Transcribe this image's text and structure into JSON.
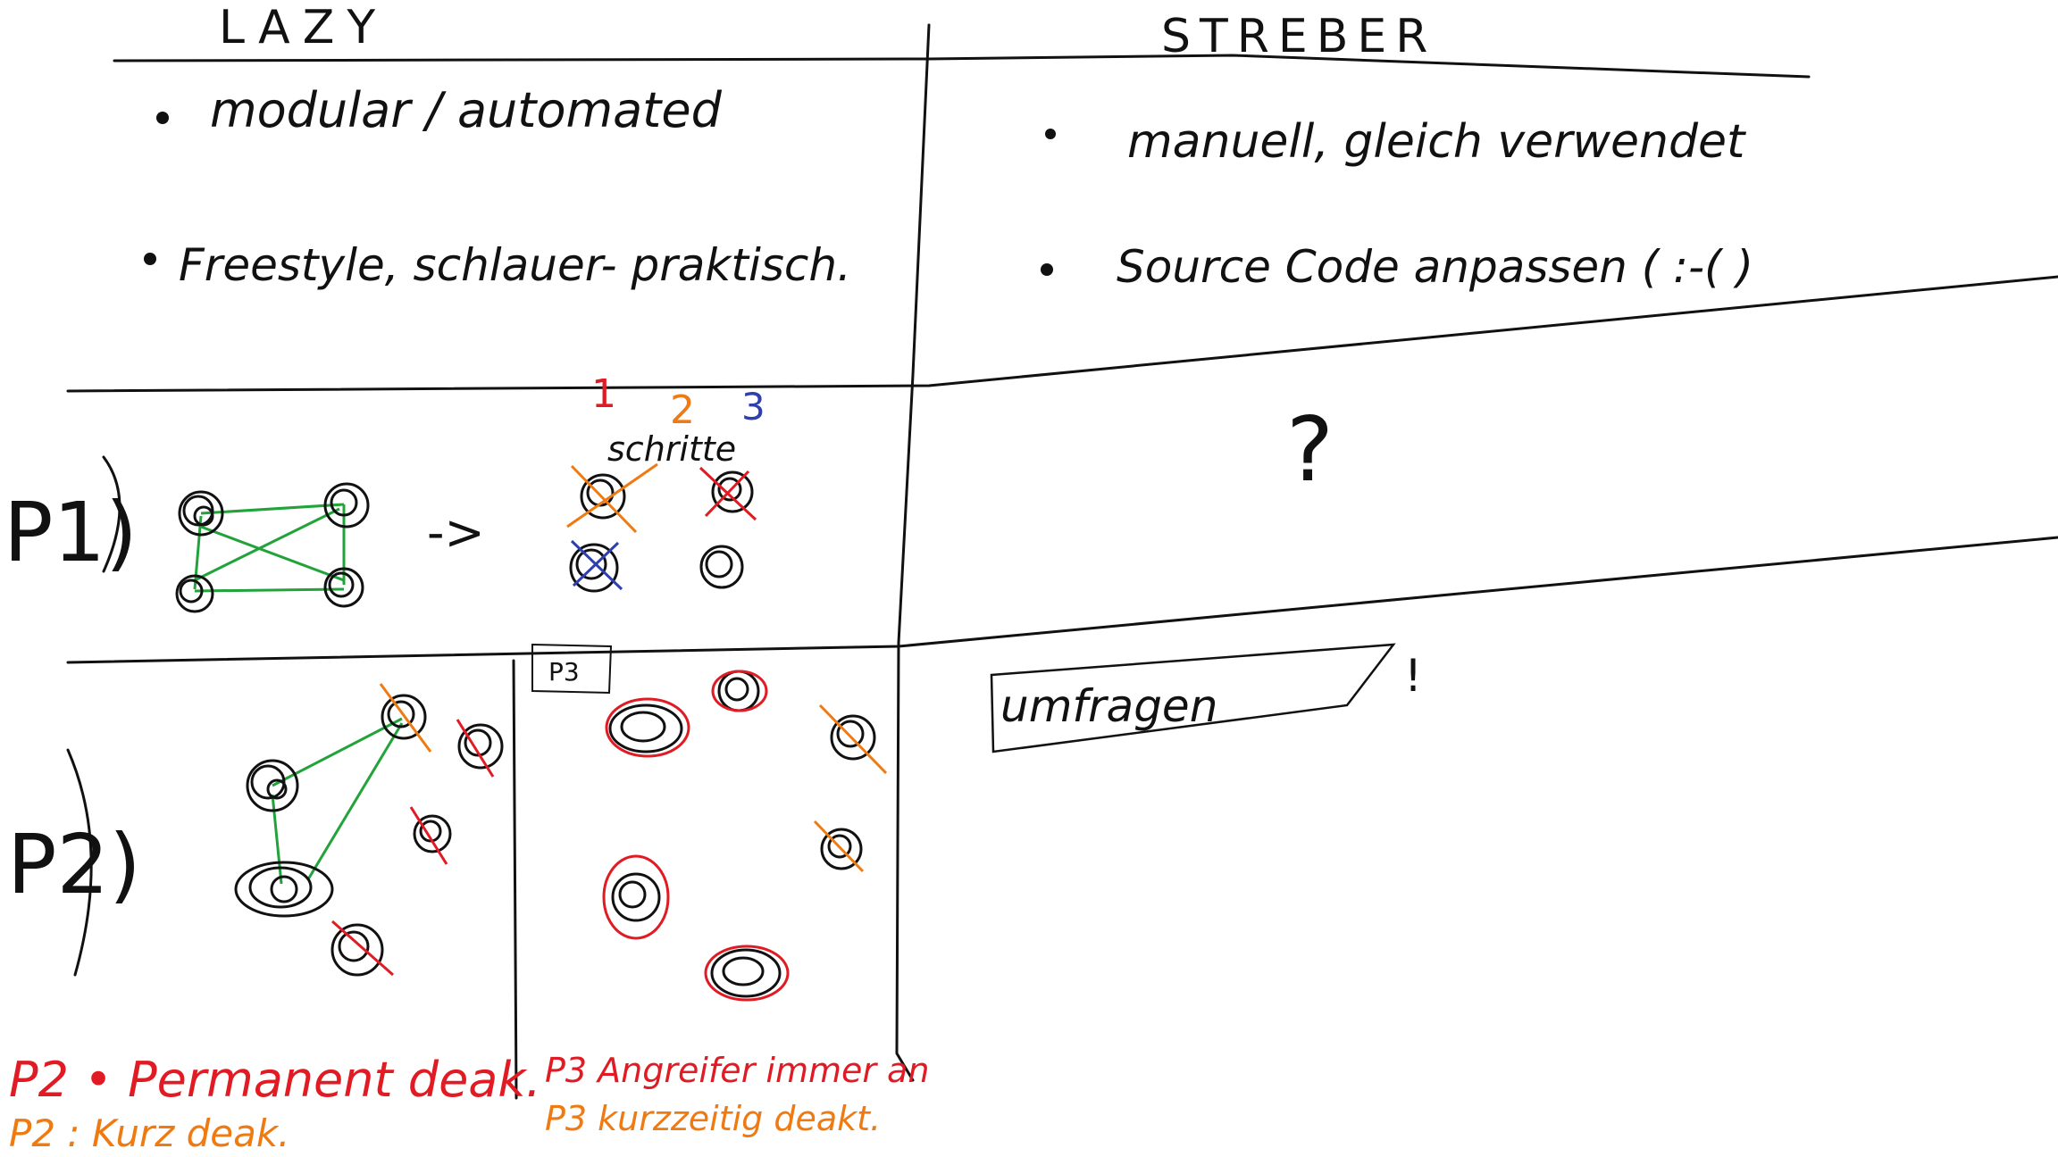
{
  "headers": {
    "lazy": "LAZY",
    "streber": "STREBER"
  },
  "lazy_bullets": [
    "modular / automated",
    "Freestyle, schlauer- praktisch."
  ],
  "streber_bullets": [
    "manuell, gleich verwendet",
    "Source Code anpassen ( :-( )"
  ],
  "rows": {
    "p1": "P1)",
    "p2": "P2)"
  },
  "p1": {
    "arrow": "->",
    "steps_label": "schritte",
    "step_numbers": [
      "1",
      "2",
      "3"
    ],
    "streber_mark": "?",
    "streber_dot": "."
  },
  "p2": {
    "box_label": "P3",
    "streber_note": "umfragen",
    "streber_exclaim": "!"
  },
  "notes": {
    "red_p2": "P2 • Permanent deak.",
    "orange_p2": "P2 : Kurz deak.",
    "red_p3": "P3  Angreifer immer an",
    "orange_p3": "P3  kurzzeitig deakt."
  },
  "colors": {
    "ink": "#111111",
    "green": "#22a33a",
    "red": "#e01b24",
    "orange": "#f07a12",
    "blue": "#2f3fb0"
  }
}
